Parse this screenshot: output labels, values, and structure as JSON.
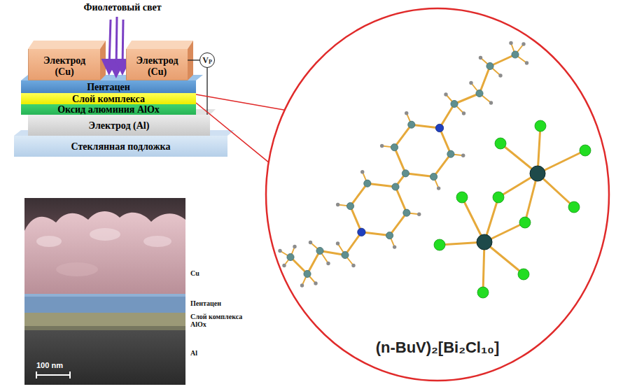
{
  "diagram": {
    "nodes": [
      {
        "text": [
          "Электрод (Cu)"
        ]
      },
      {
        "text": [
          "Электрод (Cu)"
        ]
      },
      {
        "text": [
          "V",
          "P"
        ]
      },
      {
        "text": [
          "Пентацен"
        ]
      },
      {
        "text": [
          "Слой комплекса"
        ]
      },
      {
        "text": [
          "Оксид алюминия AlOx"
        ]
      },
      {
        "text": [
          "Электрод (Al)"
        ]
      },
      {
        "text": [
          "Стеклянная подложка"
        ]
      },
      {
        "text": [
          "(n-BuV)₂[Bi₂Cl₁₀]"
        ]
      }
    ],
    "edges": [
      {
        "from": 2,
        "to": 1,
        "arrow": "none"
      },
      {
        "from": 2,
        "to": 6,
        "arrow": "none"
      },
      {
        "from": 4,
        "to": 8,
        "arrow": "none"
      }
    ],
    "labels": [
      "Фиолетовый свет",
      "Cu",
      "Пентацен",
      "Слой комплекса",
      "AlOx",
      "Al",
      "100 nm"
    ]
  }
}
